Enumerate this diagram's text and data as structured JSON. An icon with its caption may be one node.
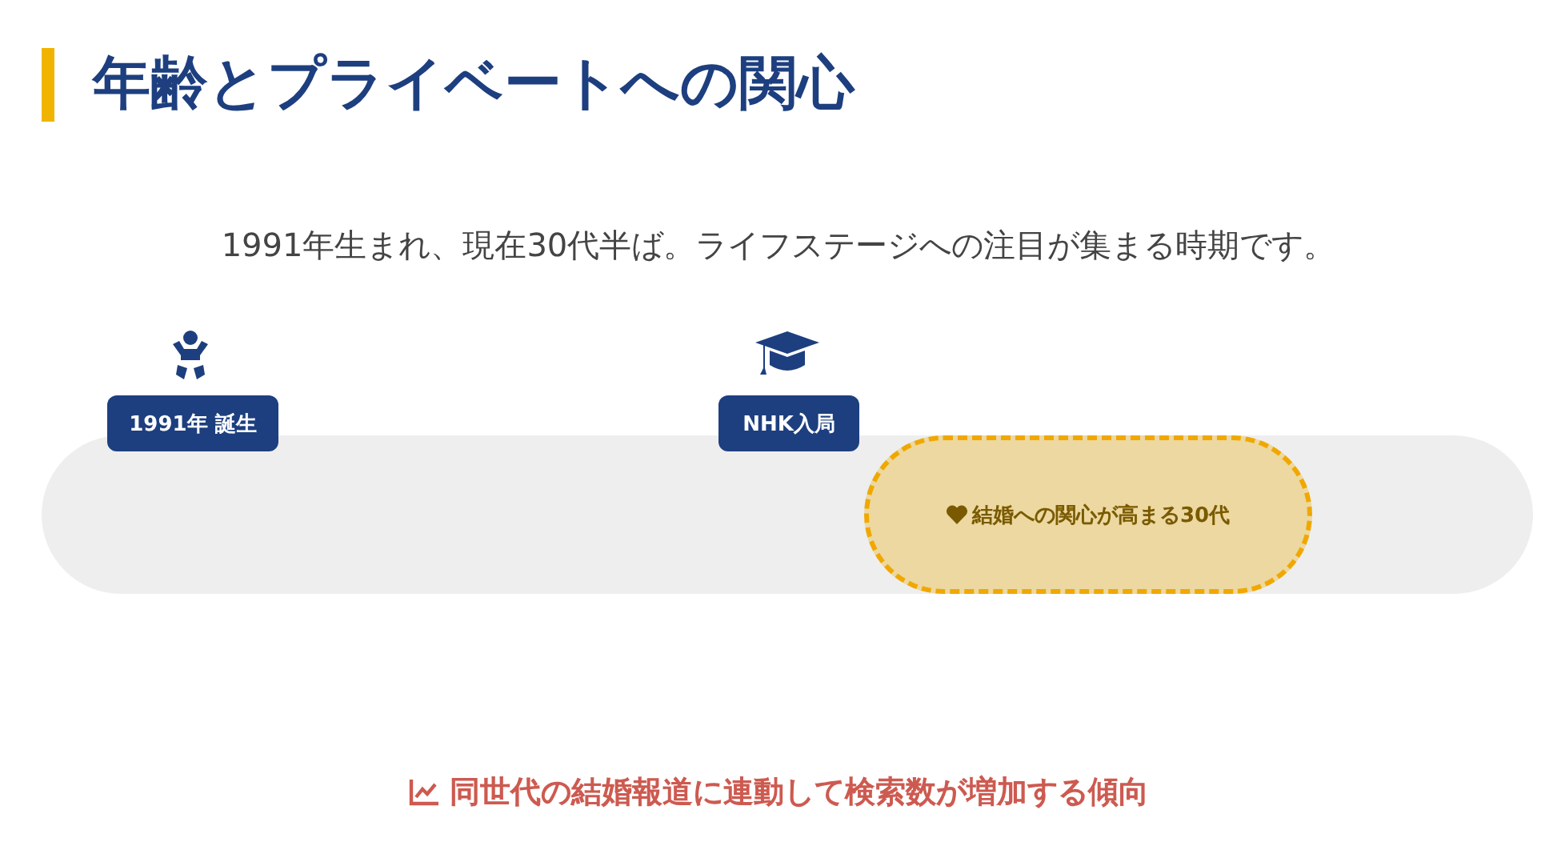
{
  "diagram": {
    "title": "年齢とプライベートへの関心",
    "nodes": [
      {
        "text": [],
        "shape": "bar"
      },
      {
        "text": [
          "1991年 誕生"
        ]
      },
      {
        "text": [
          "NHK入局"
        ]
      },
      {
        "text": [
          "結婚への関心が高まる30代"
        ],
        "in": 0
      }
    ],
    "edges": [],
    "labels": [
      "1991年生まれ、現在30代半ば。ライフステージへの注目が集まる時期です。"
    ],
    "caption": "同世代の結婚報道に連動して検索数が増加する傾向"
  }
}
